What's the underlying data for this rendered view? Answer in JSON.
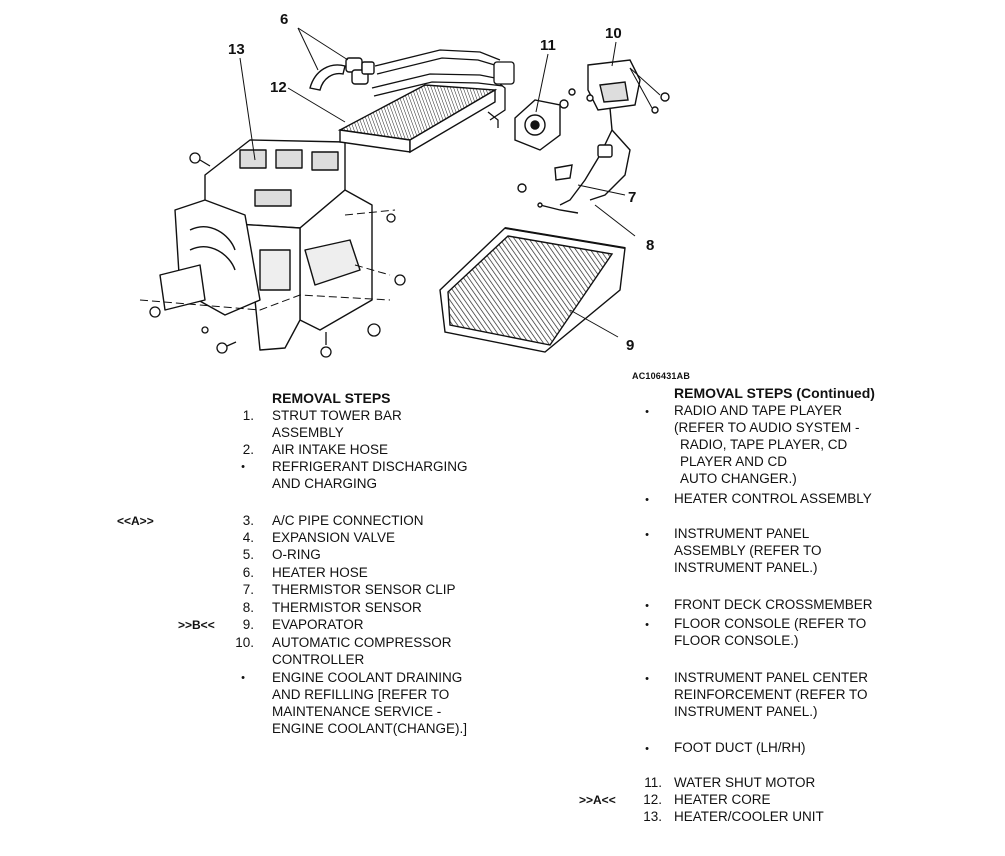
{
  "figure_id": "AC106431AB",
  "callouts": [
    "6",
    "13",
    "12",
    "11",
    "10",
    "7",
    "8",
    "9"
  ],
  "left": {
    "title": "REMOVAL STEPS",
    "steps": [
      {
        "num": "1.",
        "lines": [
          "STRUT TOWER BAR",
          "ASSEMBLY"
        ]
      },
      {
        "num": "2.",
        "lines": [
          "AIR INTAKE HOSE"
        ]
      },
      {
        "num": "•",
        "lines": [
          "REFRIGERANT DISCHARGING",
          "AND CHARGING"
        ]
      },
      {
        "mark": "<<A>>",
        "num": "3.",
        "lines": [
          "A/C PIPE CONNECTION"
        ]
      },
      {
        "num": "4.",
        "lines": [
          "EXPANSION VALVE"
        ]
      },
      {
        "num": "5.",
        "lines": [
          "O-RING"
        ]
      },
      {
        "num": "6.",
        "lines": [
          "HEATER HOSE"
        ]
      },
      {
        "num": "7.",
        "lines": [
          "THERMISTOR SENSOR CLIP"
        ]
      },
      {
        "num": "8.",
        "lines": [
          "THERMISTOR SENSOR"
        ]
      },
      {
        "mark": ">>B<<",
        "num": "9.",
        "lines": [
          "EVAPORATOR"
        ]
      },
      {
        "num": "10.",
        "lines": [
          "AUTOMATIC COMPRESSOR",
          "CONTROLLER"
        ]
      },
      {
        "num": "•",
        "lines": [
          "ENGINE COOLANT DRAINING",
          "AND REFILLING [REFER TO",
          "MAINTENANCE SERVICE -",
          "ENGINE COOLANT(CHANGE).]"
        ]
      }
    ]
  },
  "right": {
    "title": "REMOVAL STEPS (Continued)",
    "steps": [
      {
        "num": "•",
        "lines": [
          "RADIO AND TAPE PLAYER",
          "(REFER TO AUDIO SYSTEM -",
          "RADIO, TAPE PLAYER, CD",
          "PLAYER AND CD",
          "AUTO CHANGER.)"
        ]
      },
      {
        "num": "•",
        "lines": [
          "HEATER CONTROL ASSEMBLY"
        ]
      },
      {
        "num": "•",
        "lines": [
          "INSTRUMENT PANEL",
          "ASSEMBLY (REFER TO",
          "INSTRUMENT PANEL.)"
        ]
      },
      {
        "num": "•",
        "lines": [
          "FRONT DECK CROSSMEMBER"
        ]
      },
      {
        "num": "•",
        "lines": [
          "FLOOR CONSOLE (REFER TO",
          "FLOOR CONSOLE.)"
        ]
      },
      {
        "num": "•",
        "lines": [
          "INSTRUMENT PANEL CENTER",
          "REINFORCEMENT (REFER TO",
          "INSTRUMENT PANEL.)"
        ]
      },
      {
        "num": "•",
        "lines": [
          "FOOT DUCT (LH/RH)"
        ]
      },
      {
        "num": "11.",
        "lines": [
          "WATER SHUT MOTOR"
        ]
      },
      {
        "mark": ">>A<<",
        "num": "12.",
        "lines": [
          "HEATER CORE"
        ]
      },
      {
        "num": "13.",
        "lines": [
          "HEATER/COOLER UNIT"
        ]
      }
    ]
  }
}
